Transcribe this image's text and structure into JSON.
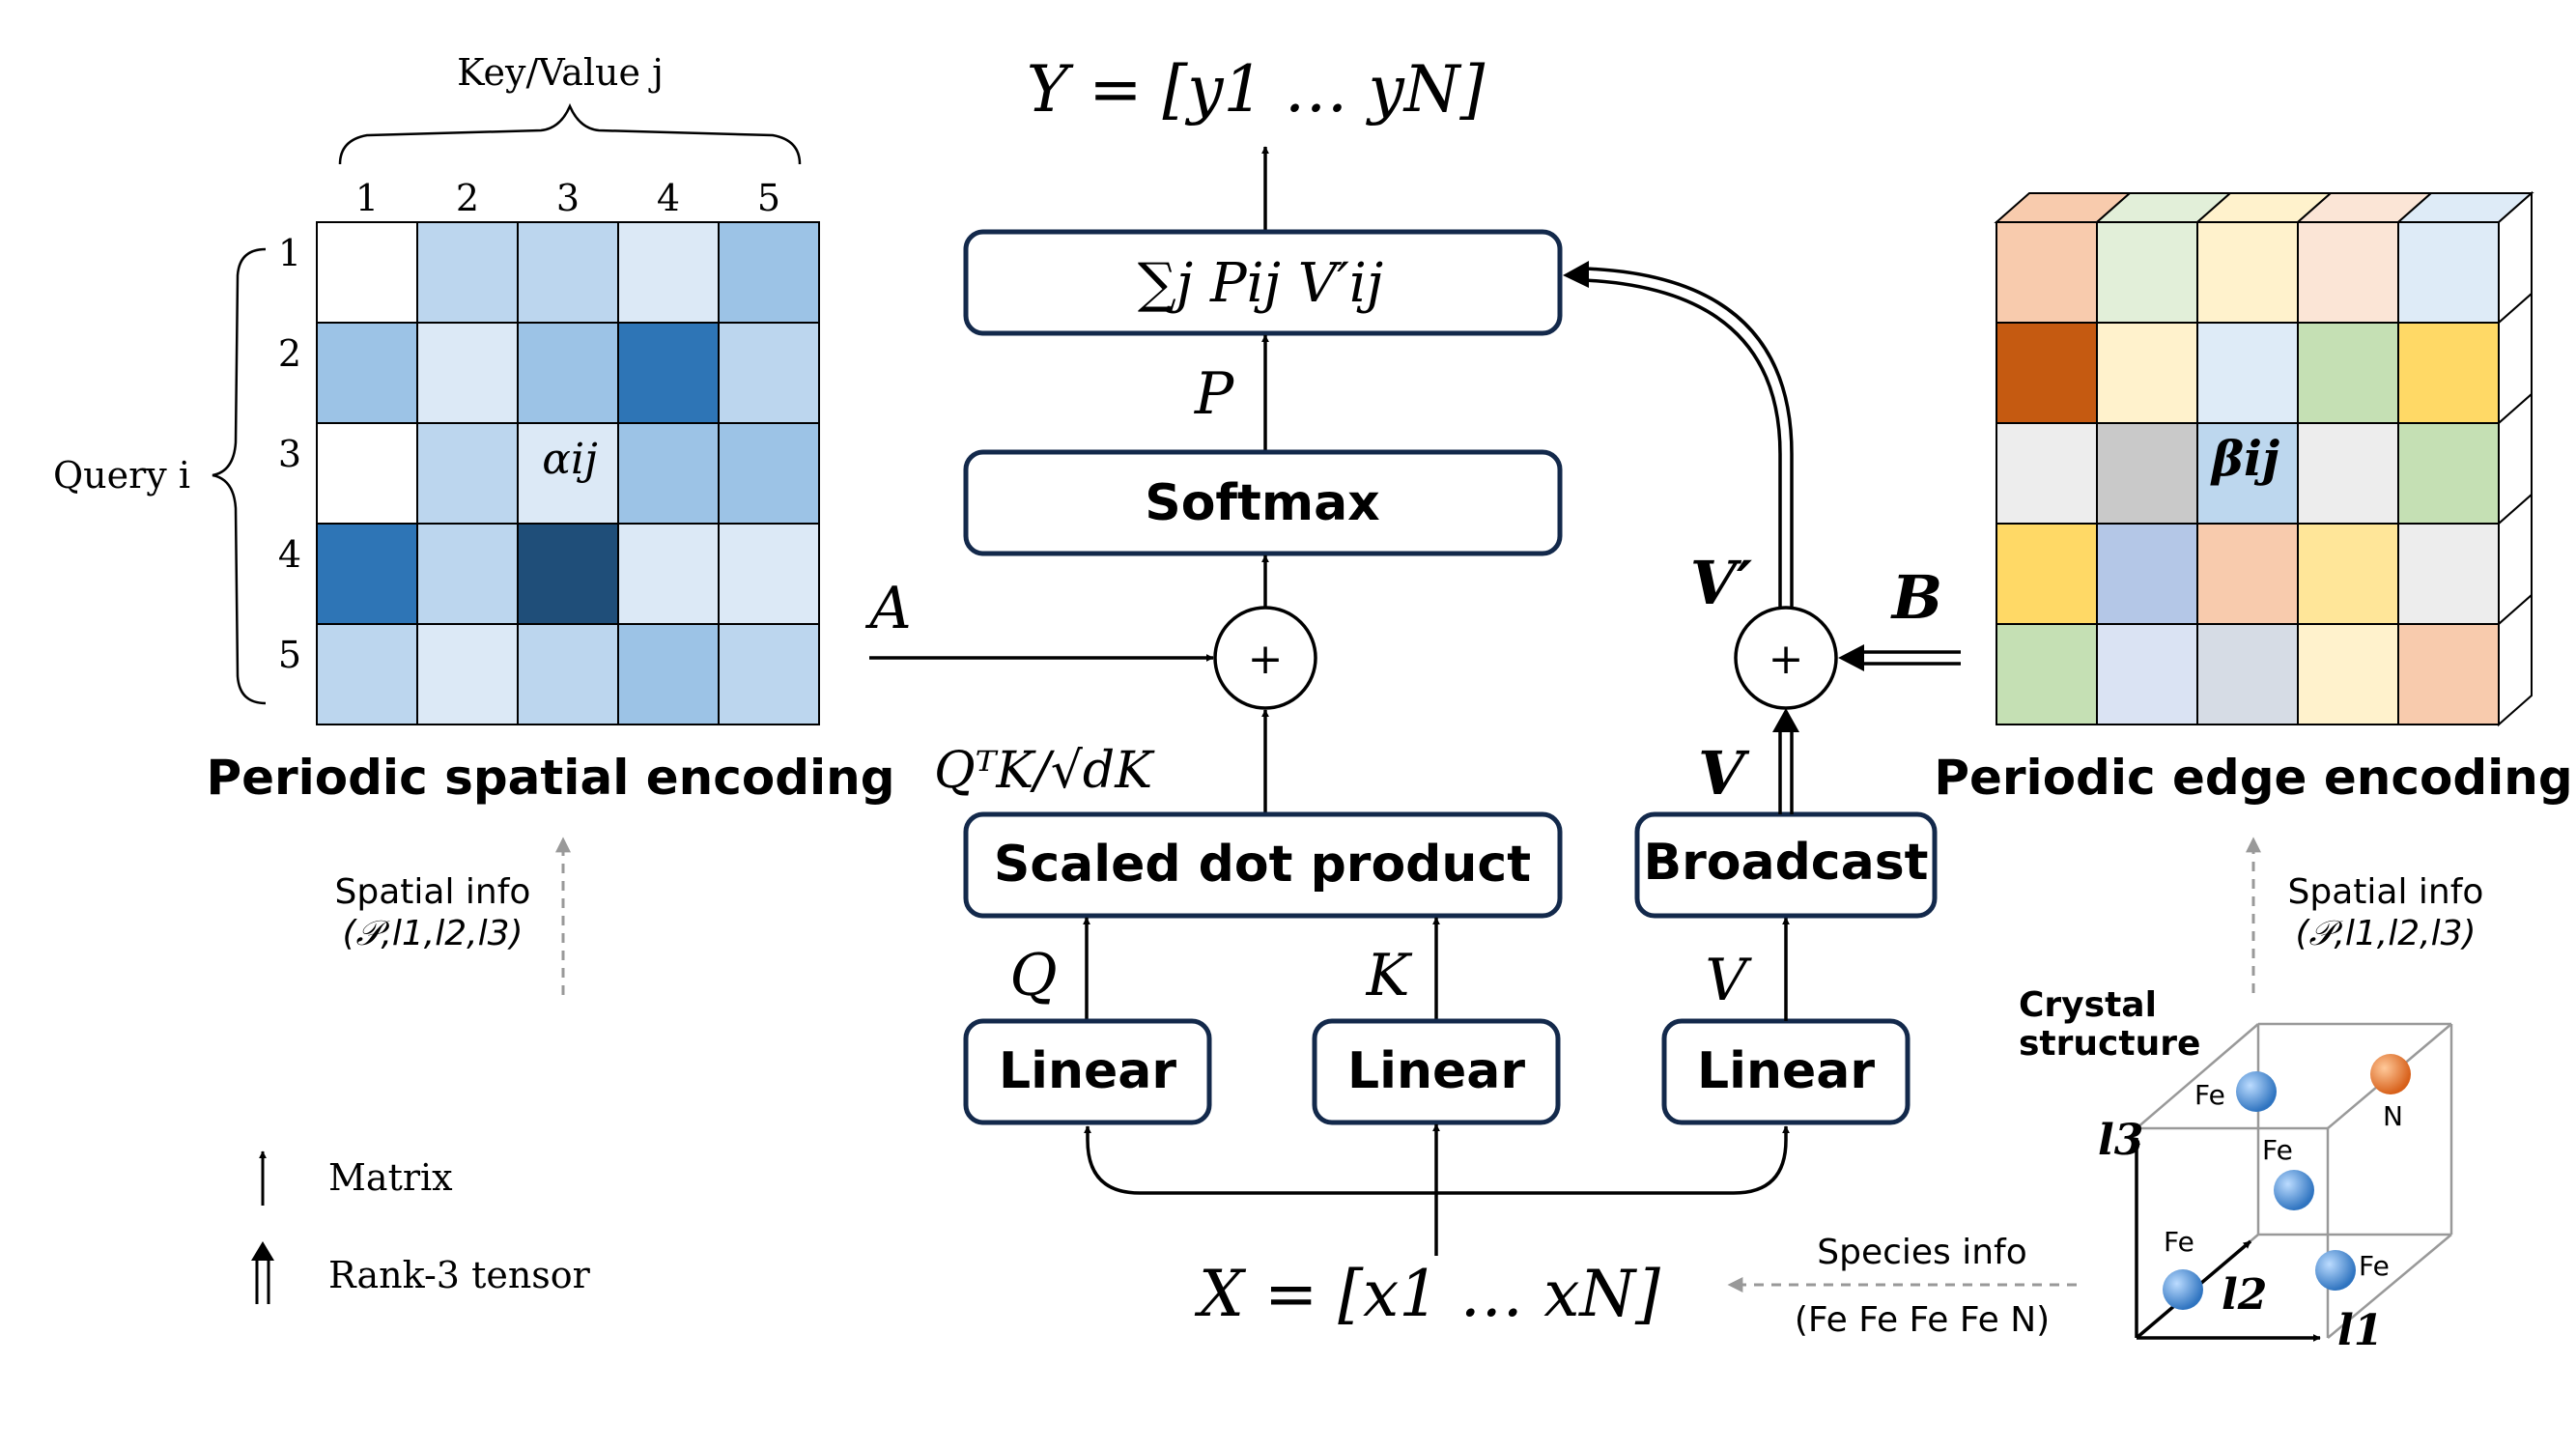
{
  "spatial_matrix": {
    "header": "Key/Value j",
    "side_label": "Query i",
    "col_labels": [
      "1",
      "2",
      "3",
      "4",
      "5"
    ],
    "row_labels": [
      "1",
      "2",
      "3",
      "4",
      "5"
    ],
    "cell_label": "αij",
    "caption": "Periodic spatial encoding",
    "info_line1": "Spatial info",
    "info_line2": "(𝒫,l1,l2,l3)",
    "colors": [
      [
        "#ffffff",
        "#bcd6ee",
        "#bcd6ee",
        "#dce9f6",
        "#9cc3e6"
      ],
      [
        "#9cc3e6",
        "#dce9f6",
        "#9cc3e6",
        "#2e75b6",
        "#bcd6ee"
      ],
      [
        "#ffffff",
        "#bcd6ee",
        "#dce9f6",
        "#9cc3e6",
        "#9cc3e6"
      ],
      [
        "#2e75b6",
        "#bcd6ee",
        "#1f4e79",
        "#dce9f6",
        "#dce9f6"
      ],
      [
        "#bcd6ee",
        "#dce9f6",
        "#bcd6ee",
        "#9cc3e6",
        "#bcd6ee"
      ]
    ]
  },
  "edge_tensor": {
    "cell_label": "βij",
    "caption": "Periodic edge encoding",
    "info_line1": "Spatial info",
    "info_line2": "(𝒫,l1,l2,l3)",
    "colors": [
      [
        "#f8cbad",
        "#e2efd9",
        "#fff2cc",
        "#fbe5d6",
        "#deebf7"
      ],
      [
        "#c55a11",
        "#fff2cc",
        "#deebf7",
        "#c5e0b4",
        "#ffd966"
      ],
      [
        "#ededed",
        "#c9c9c9",
        "#bdd7ee",
        "#ededed",
        "#c5e0b4"
      ],
      [
        "#ffd966",
        "#b4c7e7",
        "#f8cbad",
        "#ffe699",
        "#ededed"
      ],
      [
        "#c5e0b4",
        "#dae3f3",
        "#d6dce5",
        "#fff2cc",
        "#f8cbad"
      ]
    ]
  },
  "flow": {
    "output": "Y = [y1 … yN]",
    "sum_box": "∑j Pij V′ij",
    "softmax": "Softmax",
    "scaled_dot": "Scaled dot product",
    "broadcast": "Broadcast",
    "linear_q": "Linear",
    "linear_k": "Linear",
    "linear_v": "Linear",
    "plus": "+",
    "label_P": "P",
    "label_A": "A",
    "label_B": "B",
    "label_Vprime": "V′",
    "label_Vbold": "V",
    "label_Q": "Q",
    "label_K": "K",
    "label_V": "V",
    "label_QK": "QᵀK/√dK",
    "input": "X = [x1 … xN]"
  },
  "species": {
    "line1": "Species info",
    "line2": "(Fe Fe Fe Fe N)"
  },
  "crystal": {
    "title_line1": "Crystal",
    "title_line2": "structure",
    "atoms": [
      "Fe",
      "Fe",
      "N",
      "Fe",
      "Fe"
    ],
    "axis1": "l1",
    "axis2": "l2",
    "axis3": "l3",
    "fe_color": "#4a8fd9",
    "n_color": "#e87a2e"
  },
  "legend": {
    "matrix": "Matrix",
    "tensor": "Rank-3 tensor"
  },
  "colors": {
    "box_border": "#13294b",
    "dashed_arrow": "#888888"
  }
}
